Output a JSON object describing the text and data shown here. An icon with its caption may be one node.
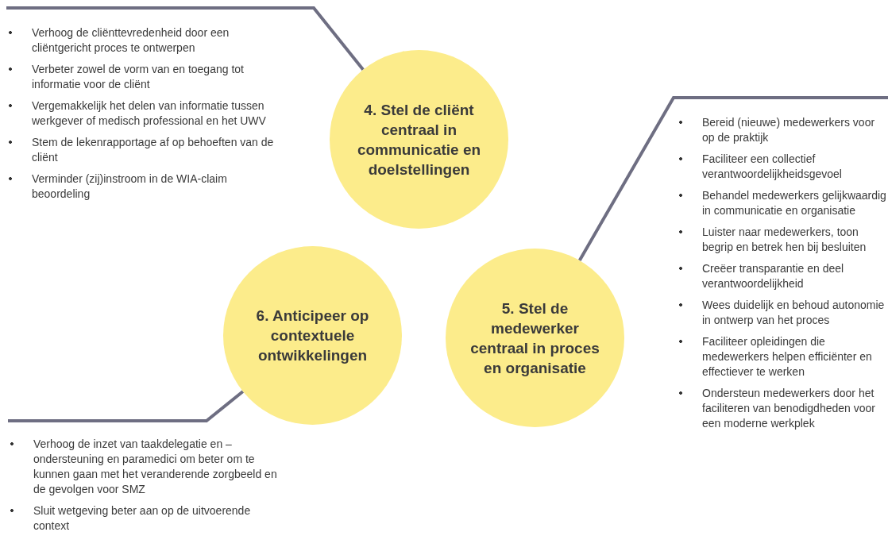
{
  "diagram": {
    "nodes": [
      {
        "text": [
          "Verhoog de cliënttevredenheid door een cliëntgericht proces te ontwerpen",
          "Verbeter zowel de vorm van en toegang tot informatie voor de cliënt",
          "Vergemakkelijk het delen van informatie tussen werkgever of medisch professional en het UWV",
          "Stem de lekenrapportage af op behoeften van de cliënt",
          "Verminder (zij)instroom in de WIA-claim beoordeling"
        ]
      },
      {
        "text": [
          "4. Stel de cliënt centraal in communicatie en doelstellingen"
        ]
      },
      {
        "text": [
          "Bereid (nieuwe) medewerkers voor op de praktijk",
          "Faciliteer een collectief verantwoordelijkheidsgevoel",
          "Behandel medewerkers gelijkwaardig in communicatie en organisatie",
          "Luister naar medewerkers, toon begrip en betrek hen bij besluiten",
          "Creëer transparantie en deel verantwoordelijkheid",
          "Wees duidelijk en behoud autonomie in ontwerp van het proces",
          "Faciliteer opleidingen die medewerkers helpen efficiënter en effectiever te werken",
          "Ondersteun medewerkers door het faciliteren van benodigdheden voor een moderne werkplek"
        ]
      },
      {
        "text": [
          "5. Stel de medewerker centraal in proces en organisatie"
        ]
      },
      {
        "text": [
          "6. Anticipeer op contextuele ontwikkelingen"
        ]
      },
      {
        "text": [
          "Verhoog de inzet van taakdelegatie en –ondersteuning en paramedici om beter om te kunnen gaan met het veranderende zorgbeeld en de gevolgen voor SMZ",
          "Sluit wetgeving beter aan op de uitvoerende context"
        ]
      }
    ],
    "edges": [
      {
        "from": 1,
        "to": 0,
        "arrow": "none"
      },
      {
        "from": 3,
        "to": 2,
        "arrow": "none"
      },
      {
        "from": 4,
        "to": 5,
        "arrow": "none"
      }
    ]
  }
}
